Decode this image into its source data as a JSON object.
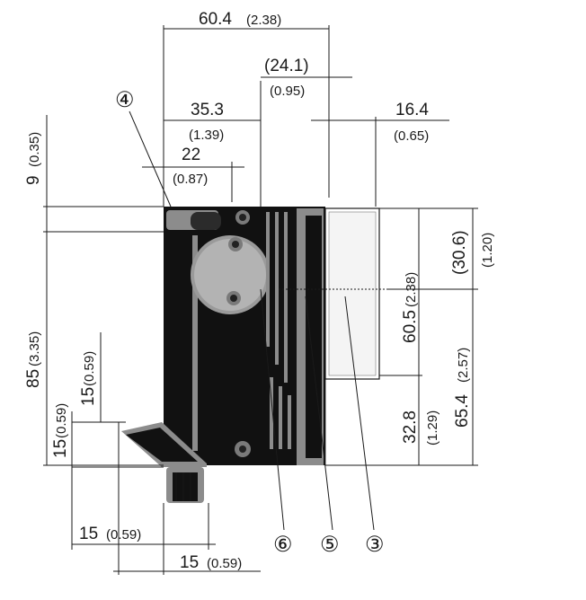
{
  "dimensions": {
    "overall_width": {
      "value": "60.4",
      "inch": "(2.38)"
    },
    "center_offset": {
      "value": "(24.1)",
      "inch": "(0.95)"
    },
    "lens_offset": {
      "value": "35.3",
      "inch": "(1.39)"
    },
    "led_offset": {
      "value": "22",
      "inch": "(0.87)"
    },
    "window_depth": {
      "value": "16.4",
      "inch": "(0.65)"
    },
    "top_step": {
      "value": "9",
      "inch": "(0.35)"
    },
    "overall_height": {
      "value": "85",
      "inch": "(3.35)"
    },
    "connector_height": {
      "value": "15",
      "inch": "(0.59)"
    },
    "connector_offset": {
      "value": "15",
      "inch": "(0.59)"
    },
    "window_height": {
      "value": "60.5",
      "inch": "(2.38)"
    },
    "axis_top": {
      "value": "(30.6)",
      "inch": "(1.20)"
    },
    "axis_bottom": {
      "value": "65.4",
      "inch": "(2.57)"
    },
    "window_bottom": {
      "value": "32.8",
      "inch": "(1.29)"
    },
    "connector_bottom_width": {
      "value": "15",
      "inch": "(0.59)"
    },
    "connector_right_width": {
      "value": "15",
      "inch": "(0.59)"
    }
  },
  "callouts": [
    "④",
    "⑥",
    "⑤",
    "③"
  ]
}
